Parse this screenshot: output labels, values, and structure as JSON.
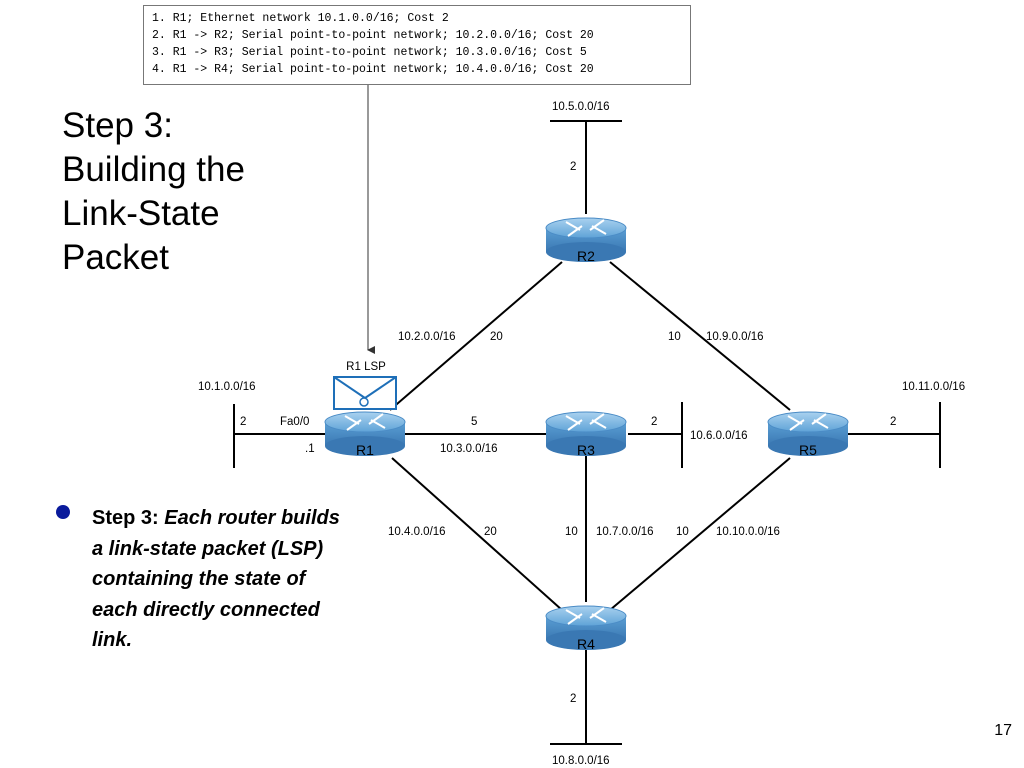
{
  "lsp_entries": [
    "1. R1; Ethernet network 10.1.0.0/16; Cost 2",
    "2. R1 -> R2; Serial point-to-point network; 10.2.0.0/16; Cost 20",
    "3. R1 -> R3; Serial point-to-point network; 10.3.0.0/16; Cost 5",
    "4. R1 -> R4; Serial point-to-point network; 10.4.0.0/16; Cost 20"
  ],
  "title_lines": [
    "Step 3:",
    "Building the",
    "Link-State",
    "Packet"
  ],
  "bullet": {
    "lead": "Step 3:",
    "body": "Each router builds a link-state packet (LSP) containing the state of each directly connected link.",
    "bullet_color": "#0a1a9c"
  },
  "page_number": "17",
  "routers": {
    "r1": "R1",
    "r2": "R2",
    "r3": "R3",
    "r4": "R4",
    "r5": "R5",
    "body_color": "#5b9fd4"
  },
  "lsp_envelope_label": "R1 LSP",
  "networks": {
    "n_10_1": "10.1.0.0/16",
    "n_10_2": "10.2.0.0/16",
    "n_10_3": "10.3.0.0/16",
    "n_10_4": "10.4.0.0/16",
    "n_10_5": "10.5.0.0/16",
    "n_10_6": "10.6.0.0/16",
    "n_10_7": "10.7.0.0/16",
    "n_10_8": "10.8.0.0/16",
    "n_10_9": "10.9.0.0/16",
    "n_10_10": "10.10.0.0/16",
    "n_10_11": "10.11.0.0/16"
  },
  "interface": {
    "name": "Fa0/0",
    "host": ".1"
  },
  "costs": {
    "r1_lan": "2",
    "r1_r2": "20",
    "r2_r1": "20",
    "r1_r3": "5",
    "r1_r4": "20",
    "r2_lan": "2",
    "r2_r5": "10",
    "r3_lan": "2",
    "r3_r4": "10",
    "r4_r5": "10",
    "r4_lan": "2",
    "r5_lan": "2"
  }
}
